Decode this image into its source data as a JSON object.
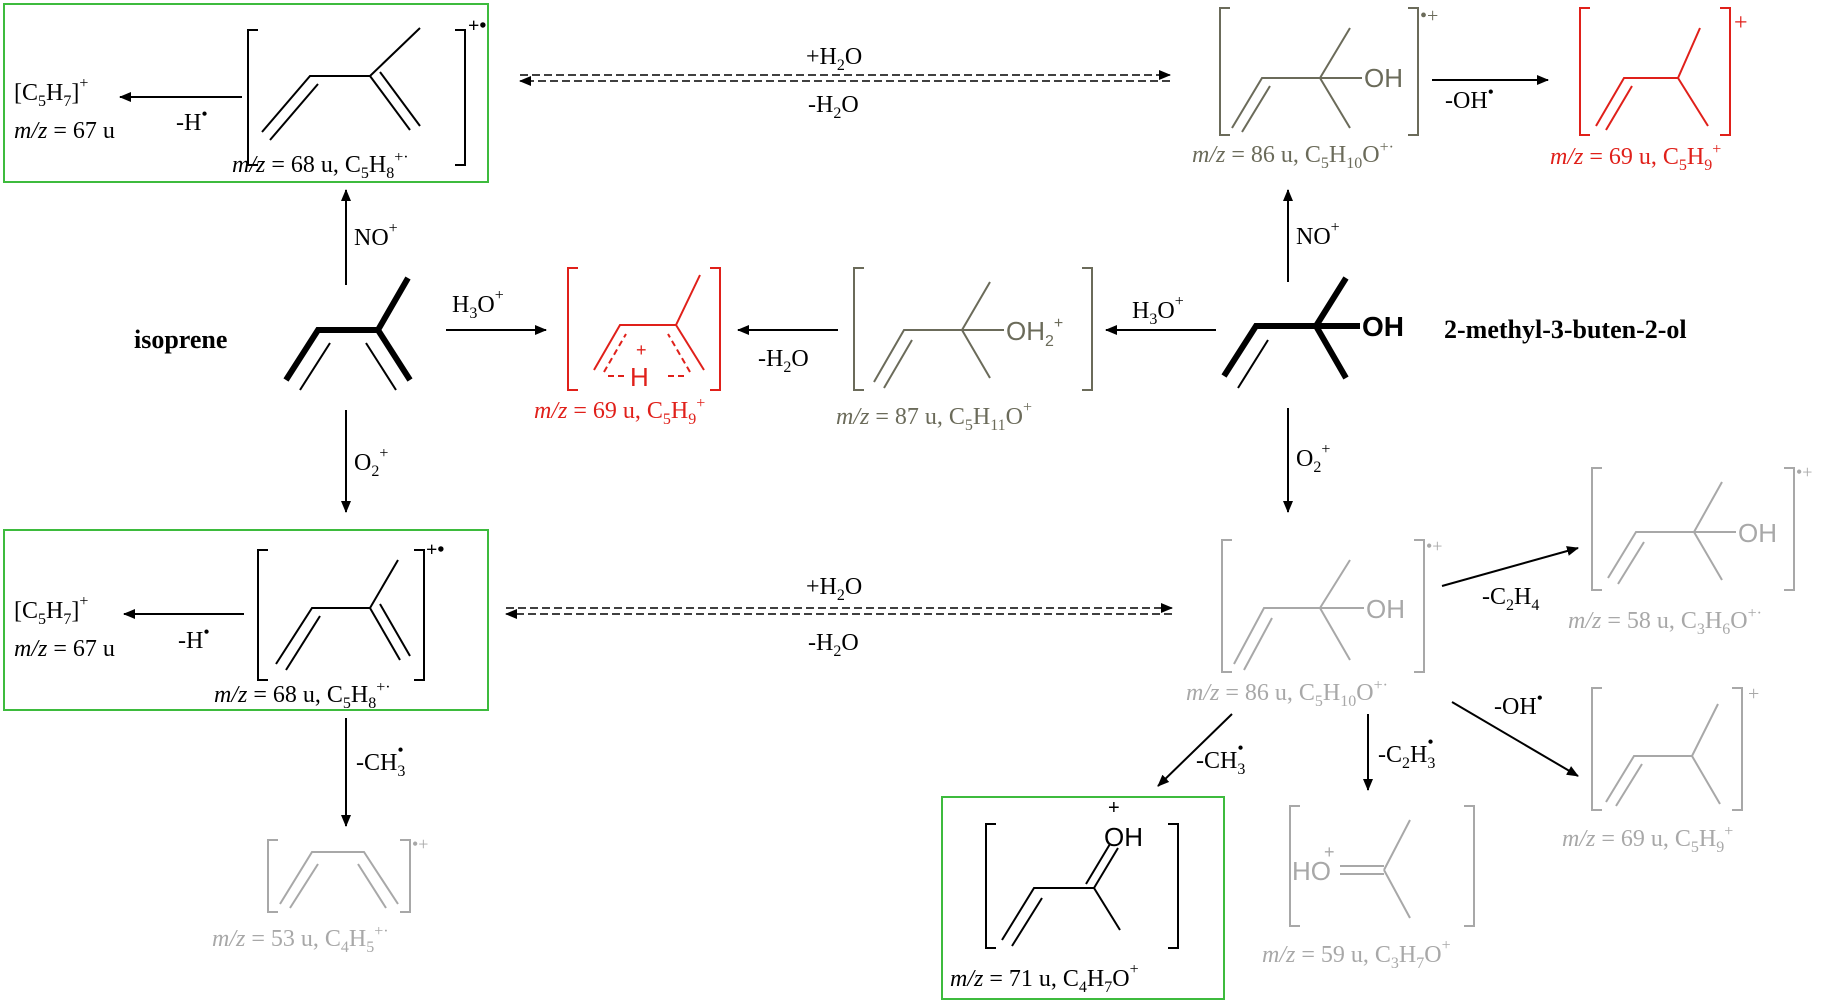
{
  "colors": {
    "black": "#000000",
    "red": "#e0201a",
    "olive": "#6b6b5a",
    "gray": "#a8a8a8",
    "box_green": "#3dbb3d"
  },
  "molecules": {
    "isoprene": {
      "name": "isoprene"
    },
    "mbo": {
      "name": "2-methyl-3-buten-2-ol",
      "oh": "OH"
    }
  },
  "reagents": {
    "nop_left": {
      "main": "NO",
      "sup": "+"
    },
    "o2p_left": {
      "main": "O",
      "sub": "2",
      "sup": "+"
    },
    "h3op_left": {
      "main": "H",
      "sub": "3",
      "main2": "O",
      "sup": "+"
    },
    "nop_right": {
      "main": "NO",
      "sup": "+"
    },
    "o2p_right": {
      "main": "O",
      "sub": "2",
      "sup": "+"
    },
    "h3op_right": {
      "main": "H",
      "sub": "3",
      "main2": "O",
      "sup": "+"
    }
  },
  "equilibria": {
    "top": {
      "forward": "+H2O",
      "reverse": "-H2O"
    },
    "bottom": {
      "forward": "+H2O",
      "reverse": "-H2O"
    }
  },
  "losses": {
    "h_top": "-H",
    "h_bottom": "-H",
    "ch3_left": "-CH3",
    "oh_top": "-OH",
    "water_mid": "-H2O",
    "c2h4": "-C2H4",
    "oh_bottom": "-OH",
    "ch3_right": "-CH3",
    "c2h3": "-C2H3"
  },
  "ions": {
    "c5h7_top": {
      "formula": "[C5H7]+",
      "mz": "m/z = 67 u"
    },
    "c5h8_top": {
      "label": "m/z = 68 u, C5H8+·"
    },
    "c5h10o_top": {
      "label": "m/z = 86 u, C5H10O+·",
      "oh": "OH"
    },
    "c5h9_topright": {
      "label": "m/z = 69 u, C5H9+"
    },
    "c5h9_mid": {
      "label": "m/z = 69 u, C5H9+",
      "h": "H"
    },
    "c5h11o_mid": {
      "label": "m/z = 87 u, C5H11O+",
      "oh": "OH"
    },
    "c5h7_bottom": {
      "formula": "[C5H7]+",
      "mz": "m/z = 67 u"
    },
    "c5h8_bottom": {
      "label": "m/z = 68 u, C5H8+·"
    },
    "c4h5": {
      "label": "m/z = 53 u, C4H5+·"
    },
    "c5h10o_bottom": {
      "label": "m/z = 86 u, C5H10O+·",
      "oh": "OH"
    },
    "c3h6o": {
      "label": "m/z = 58 u, C3H6O+·",
      "oh": "OH"
    },
    "c5h9_bottomright": {
      "label": "m/z = 69 u, C5H9+"
    },
    "c4h7o": {
      "label": "m/z = 71 u, C4H7O+",
      "oh": "OH"
    },
    "c3h7o": {
      "label": "m/z = 59 u, C3H7O+",
      "ho": "HO"
    }
  },
  "charges": {
    "radical_cation": "+·",
    "radical_cation_alt": "·+",
    "cation": "+"
  }
}
